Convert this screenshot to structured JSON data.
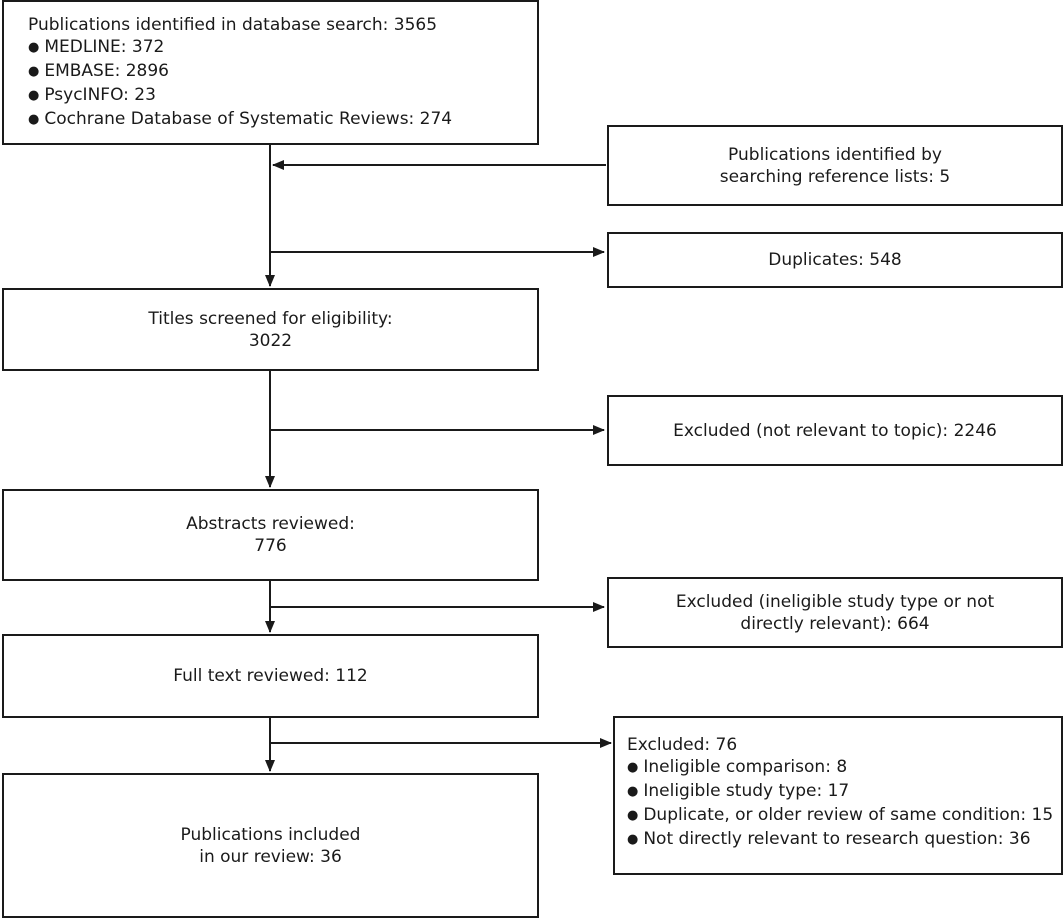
{
  "database_search": {
    "title": "Publications identified in database search: 3565",
    "items": [
      "MEDLINE: 372",
      "EMBASE: 2896",
      "PsycINFO: 23",
      "Cochrane Database of Systematic Reviews: 274"
    ]
  },
  "reference_lists": {
    "line1": "Publications identified by",
    "line2": "searching reference lists: 5"
  },
  "duplicates": {
    "text": "Duplicates: 548"
  },
  "titles_screened": {
    "line1": "Titles screened for eligibility:",
    "line2": "3022"
  },
  "excluded_topic": {
    "text": "Excluded (not relevant to topic): 2246"
  },
  "abstracts_reviewed": {
    "line1": "Abstracts reviewed:",
    "line2": "776"
  },
  "excluded_ineligible": {
    "line1": "Excluded (ineligible study type or not",
    "line2": "directly relevant): 664"
  },
  "full_text": {
    "text": "Full text reviewed: 112"
  },
  "excluded_final": {
    "title": "Excluded: 76",
    "items": [
      "Ineligible comparison: 8",
      "Ineligible study type: 17",
      "Duplicate, or older review of same condition: 15",
      "Not directly relevant to research question: 36"
    ]
  },
  "included": {
    "line1": "Publications included",
    "line2": "in our review: 36"
  }
}
